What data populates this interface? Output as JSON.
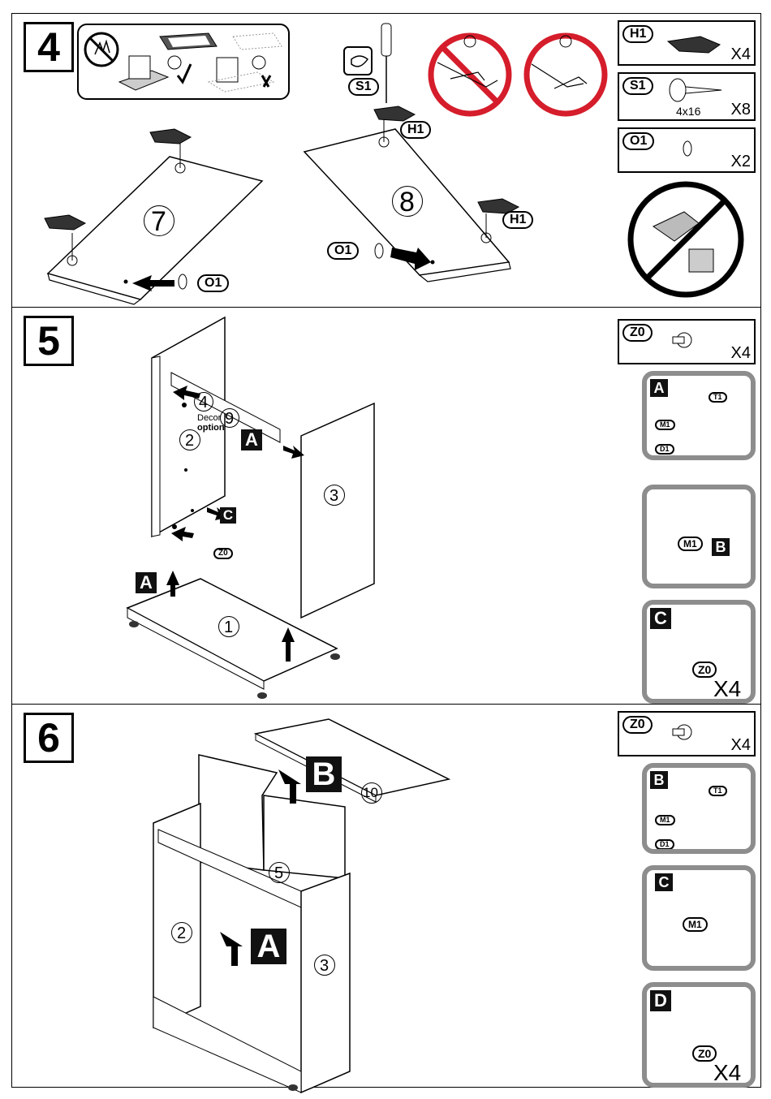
{
  "step4": {
    "number": "4",
    "parts": {
      "h1": {
        "code": "H1",
        "qty": "X4"
      },
      "s1": {
        "code": "S1",
        "size": "4x16",
        "qty": "X8"
      },
      "o1": {
        "code": "O1",
        "qty": "X2"
      }
    },
    "panel_left": "7",
    "panel_right": "8",
    "labels": {
      "s1": "S1",
      "h1_top": "H1",
      "h1_right": "H1",
      "o1_left": "O1",
      "o1_right": "O1"
    }
  },
  "step5": {
    "number": "5",
    "z0_part": {
      "code": "Z0",
      "qty": "X4"
    },
    "panels": {
      "p1": "1",
      "p2": "2",
      "p3": "3",
      "p4": "4",
      "p9": "9"
    },
    "decor_label": "Decor",
    "option_label": "option",
    "marks": {
      "a1": "A",
      "a2": "A",
      "c": "C",
      "z0": "Z0"
    },
    "insets": {
      "a": {
        "letter": "A",
        "t1": "T1",
        "m1": "M1",
        "d1": "D1"
      },
      "b": {
        "letter": "B",
        "m1": "M1"
      },
      "c": {
        "letter": "C",
        "z0": "Z0",
        "qty": "X4"
      }
    }
  },
  "step6": {
    "number": "6",
    "z0_part": {
      "code": "Z0",
      "qty": "X4"
    },
    "panels": {
      "p10": "10",
      "p5": "5",
      "p2": "2",
      "p3": "3"
    },
    "marks": {
      "a": "A",
      "b": "B"
    },
    "insets": {
      "b": {
        "letter": "B",
        "t1": "T1",
        "m1": "M1",
        "d1": "D1"
      },
      "c": {
        "letter": "C",
        "m1": "M1"
      },
      "d": {
        "letter": "D",
        "z0": "Z0",
        "qty": "X4"
      }
    }
  }
}
